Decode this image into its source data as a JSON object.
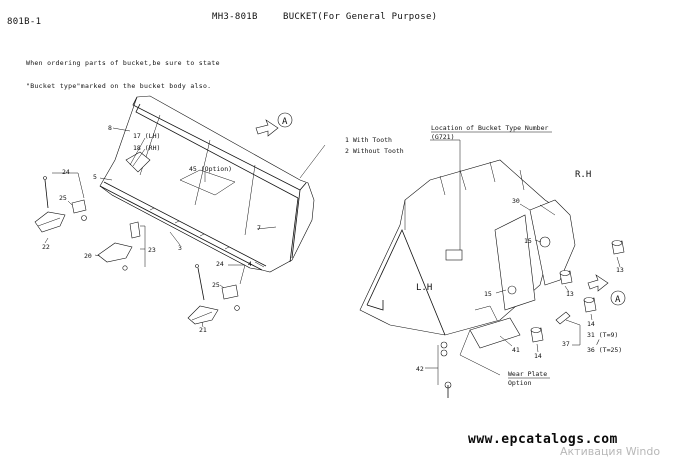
{
  "header": {
    "page_code": "801B-1",
    "title_code": "MH3-801B",
    "title_name": "BUCKET(For General Purpose)"
  },
  "note": {
    "line1": "When ordering parts of bucket,be sure to state",
    "line2": "\"Bucket type\"marked on the bucket body also."
  },
  "left_view": {
    "callout_letter": "A",
    "options_line1": "1 With Tooth",
    "options_line2": "2 Without Tooth",
    "part_labels": {
      "p3": "3",
      "p4": "4",
      "p5": "5",
      "p7": "7",
      "p8": "8",
      "p17": "17 (LH)",
      "p18": "18 (RH)",
      "p45": "45 (Option)",
      "p20": "20",
      "p21": "21",
      "p22": "22",
      "p23": "23",
      "p24a": "24",
      "p24b": "24",
      "p25a": "25",
      "p25b": "25"
    }
  },
  "right_view": {
    "location_title": "Location of Bucket Type Number",
    "location_code": "(G721)",
    "side_rh": "R.H",
    "side_lh": "L.H",
    "callout_letter": "A",
    "part_labels": {
      "p13a": "13",
      "p13b": "13",
      "p14a": "14",
      "p14b": "14",
      "p15a": "15",
      "p15b": "15",
      "p30": "30",
      "p31": "31 (T=9)",
      "p31sep": "/",
      "p36": "36 (T=25)",
      "p37": "37",
      "p41": "41",
      "p42": "42"
    },
    "wear_plate_line1": "Wear Plate",
    "wear_plate_line2": "Option"
  },
  "watermark": {
    "url": "www.epcatalogs.com",
    "os_text": "Активация Windo"
  }
}
